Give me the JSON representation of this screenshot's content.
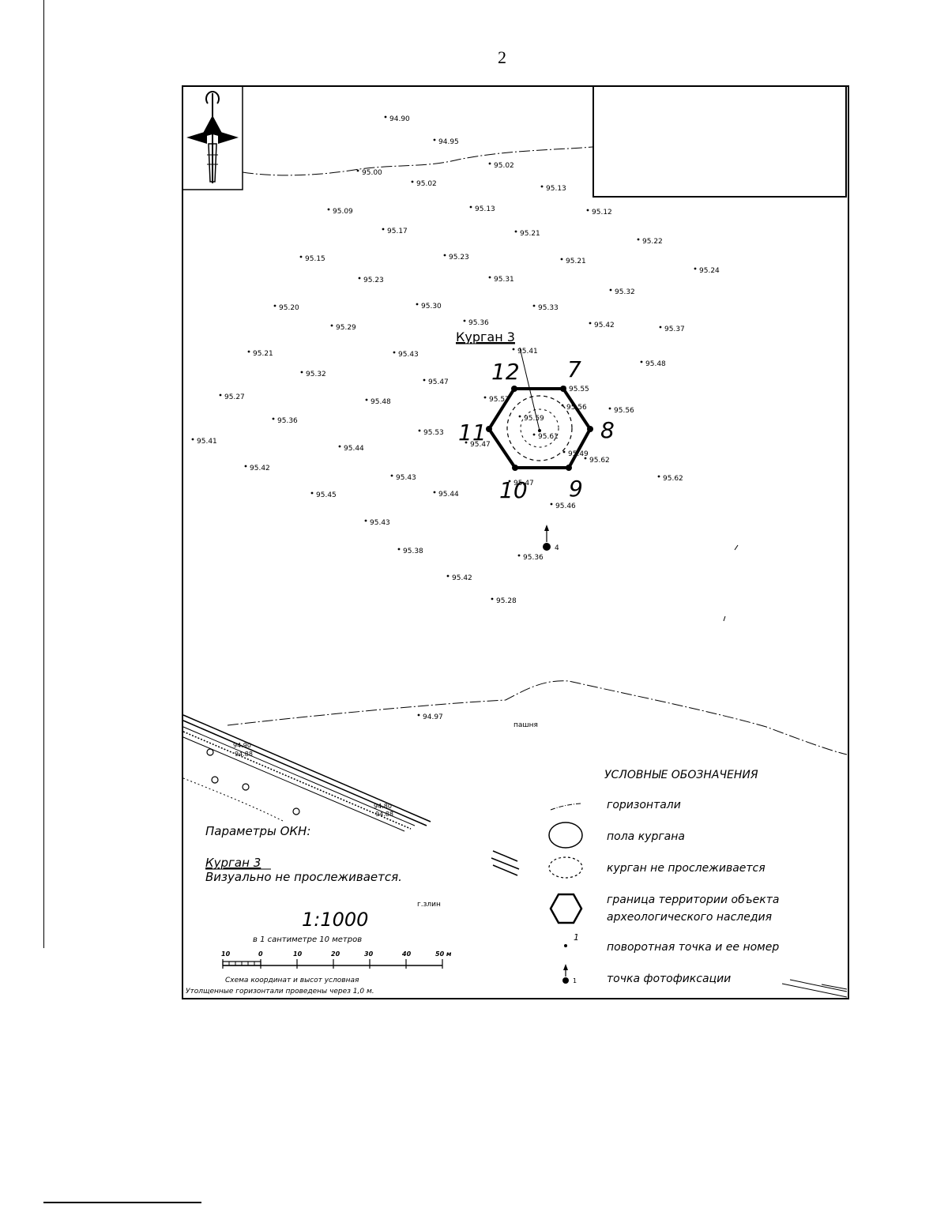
{
  "page": {
    "number": "2"
  },
  "title_block": {
    "text": ""
  },
  "mound": {
    "label": "Курган 3"
  },
  "vertex_labels": [
    "7",
    "8",
    "9",
    "10",
    "11",
    "12"
  ],
  "elevation_points": [
    "94.90",
    "94.95",
    "95.00",
    "95.02",
    "95.02",
    "95.13",
    "95.09",
    "95.13",
    "95.12",
    "95.17",
    "95.21",
    "95.22",
    "95.15",
    "95.23",
    "95.21",
    "95.24",
    "95.23",
    "95.31",
    "95.32",
    "95.20",
    "95.30",
    "95.33",
    "95.36",
    "95.29",
    "95.42",
    "95.37",
    "95.21",
    "95.43",
    "95.41",
    "95.48",
    "95.32",
    "95.47",
    "95.55",
    "95.27",
    "95.48",
    "95.57",
    "95.56",
    "95.56",
    "95.36",
    "95.53",
    "95.59",
    "95.61",
    "95.41",
    "95.44",
    "95.47",
    "95.49",
    "95.62",
    "95.42",
    "95.43",
    "95.47",
    "95.45",
    "95.44",
    "95.43",
    "95.46",
    "95.62",
    "95.38",
    "95.36",
    "95.42",
    "95.28",
    "94.97"
  ],
  "misc_labels": {
    "field_text": "пашня",
    "road_text": "г.злин",
    "photo_point_number": "4"
  },
  "road_elevations": [
    "94.90",
    "94.88",
    "94.80",
    "94.88"
  ],
  "parameters": {
    "heading": "Параметры ОКН:",
    "object_name": "Курган 3",
    "status": "Визуально не прослеживается."
  },
  "scale": {
    "ratio": "1:1000",
    "note": "в 1 сантиметре 10 метров",
    "ticks": [
      "10",
      "0",
      "10",
      "20",
      "30",
      "40",
      "50 м"
    ],
    "footnote1": "Схема координат и высот условная",
    "footnote2": "Утолщенные горизонтали проведены через 1,0 м."
  },
  "legend": {
    "title": "УСЛОВНЫЕ ОБОЗНАЧЕНИЯ",
    "items": [
      {
        "icon": "contour-line-icon",
        "label": "горизонтали"
      },
      {
        "icon": "mound-floor-icon",
        "label": "пола кургана"
      },
      {
        "icon": "mound-untraced-icon",
        "label": "курган не прослеживается"
      },
      {
        "icon": "hexagon-icon",
        "label": "граница территории объекта",
        "label2": "археологического наследия"
      },
      {
        "icon": "turning-point-icon",
        "label": "поворотная точка и ее номер",
        "marker": "1"
      },
      {
        "icon": "photo-point-icon",
        "label": "точка фотофиксации",
        "marker": "1"
      }
    ]
  }
}
